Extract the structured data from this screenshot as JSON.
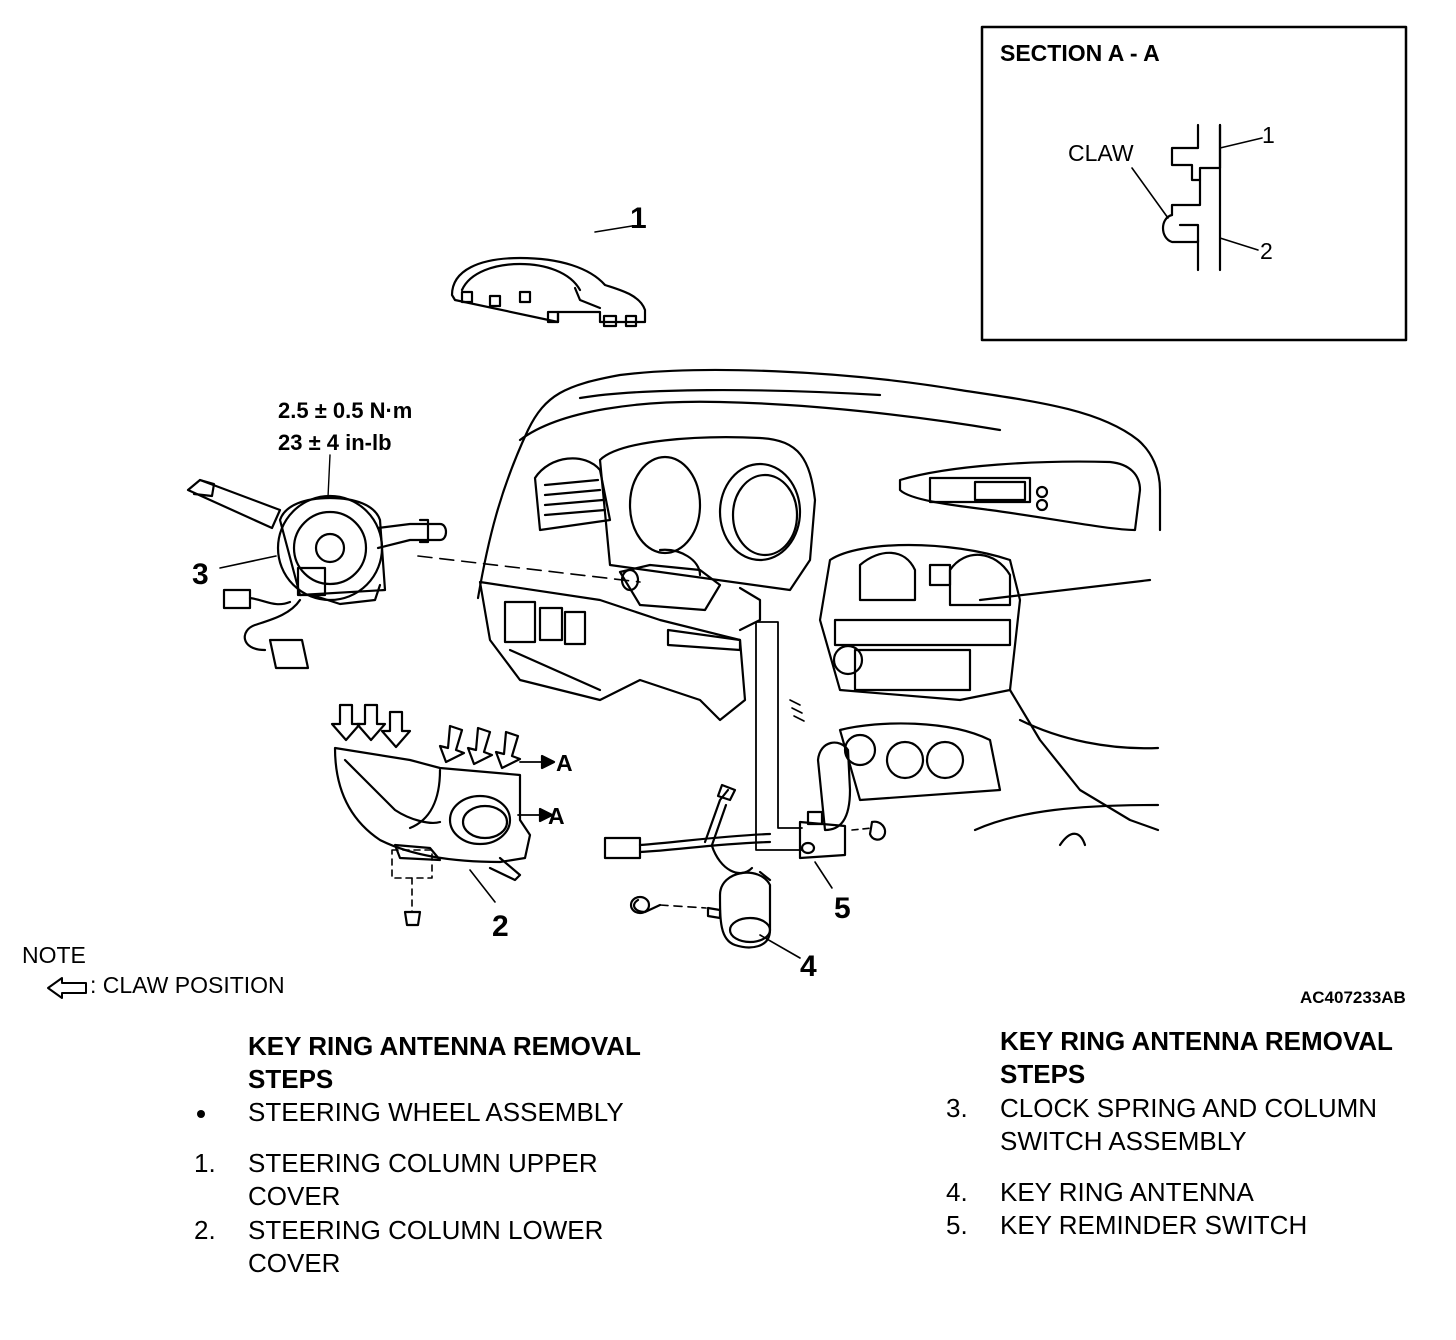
{
  "section_box": {
    "title": "SECTION A - A",
    "claw_label": "CLAW",
    "part1": "1",
    "part2": "2"
  },
  "callouts": {
    "c1": "1",
    "c2": "2",
    "c3": "3",
    "c4": "4",
    "c5": "5",
    "section_a_upper": "A",
    "section_a_lower": "A"
  },
  "torque": {
    "line1": "2.5 ± 0.5 N·m",
    "line2": "23 ± 4 in-lb"
  },
  "note": {
    "heading": "NOTE",
    "legend": ": CLAW POSITION"
  },
  "figure_code": "AC407233AB",
  "steps_left": {
    "title_line1": "KEY RING ANTENNA REMOVAL",
    "title_line2": "STEPS",
    "items": [
      {
        "num": "",
        "line1": "STEERING WHEEL ASSEMBLY",
        "line2": ""
      },
      {
        "num": "1.",
        "line1": "STEERING COLUMN UPPER",
        "line2": "COVER"
      },
      {
        "num": "2.",
        "line1": "STEERING COLUMN LOWER",
        "line2": "COVER"
      }
    ]
  },
  "steps_right": {
    "title_line1": "KEY RING ANTENNA REMOVAL",
    "title_line2": "STEPS",
    "items": [
      {
        "num": "3.",
        "line1": "CLOCK SPRING AND COLUMN",
        "line2": "SWITCH ASSEMBLY"
      },
      {
        "num": "4.",
        "line1": "KEY RING ANTENNA",
        "line2": ""
      },
      {
        "num": "5.",
        "line1": "KEY REMINDER SWITCH",
        "line2": ""
      }
    ]
  }
}
